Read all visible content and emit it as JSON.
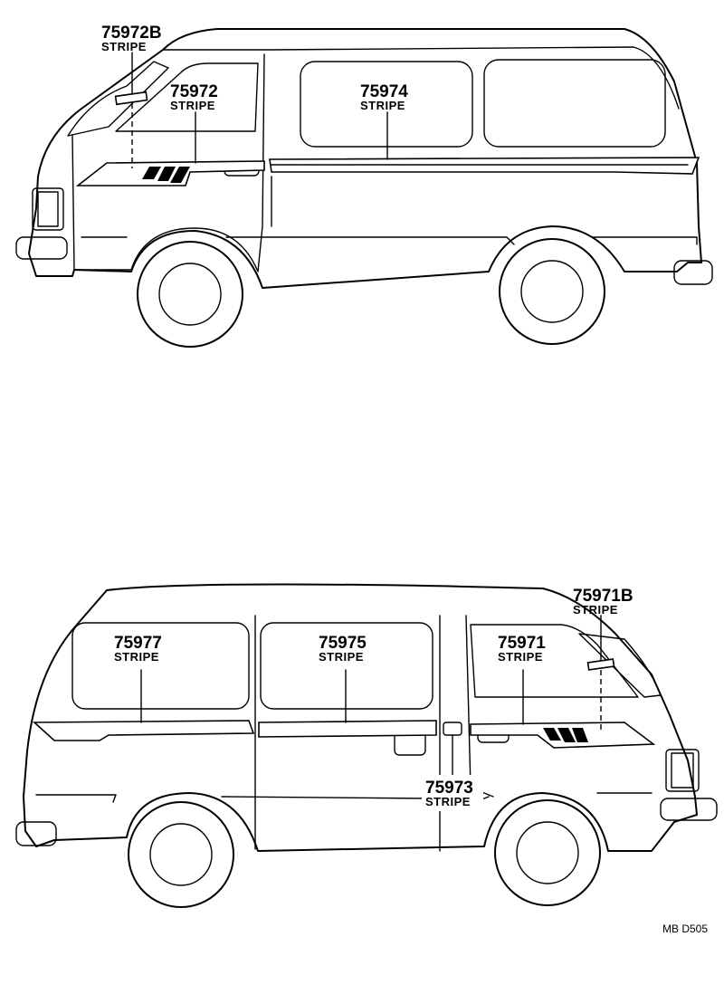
{
  "callouts": [
    {
      "id": "75972b",
      "part": "75972B",
      "label": "STRIPE"
    },
    {
      "id": "75972",
      "part": "75972",
      "label": "STRIPE"
    },
    {
      "id": "75974",
      "part": "75974",
      "label": "STRIPE"
    },
    {
      "id": "75971b",
      "part": "75971B",
      "label": "STRIPE"
    },
    {
      "id": "75977",
      "part": "75977",
      "label": "STRIPE"
    },
    {
      "id": "75975",
      "part": "75975",
      "label": "STRIPE"
    },
    {
      "id": "75971",
      "part": "75971",
      "label": "STRIPE"
    },
    {
      "id": "75973",
      "part": "75973",
      "label": "STRIPE"
    }
  ],
  "reference_code": "MB  D505"
}
